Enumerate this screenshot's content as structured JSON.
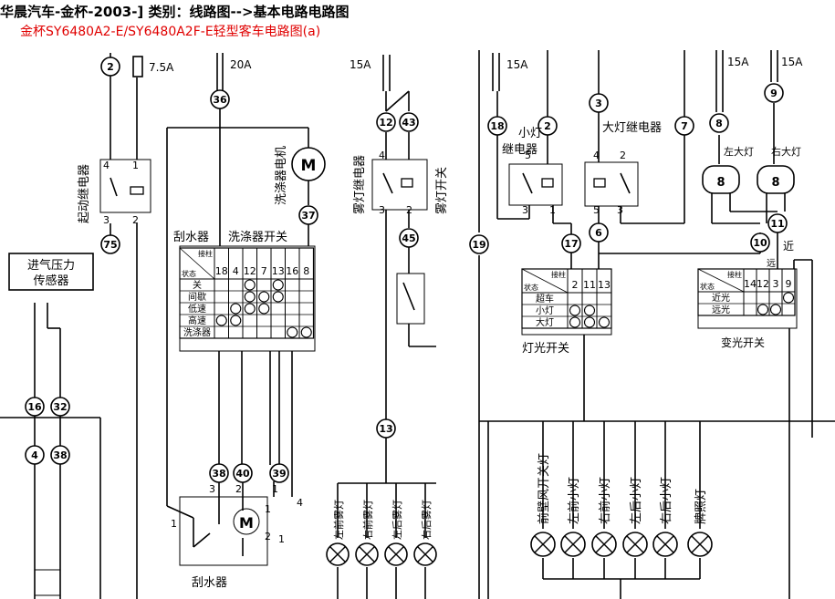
{
  "header": {
    "title": "华晨汽车-金杯-2003-] 类别：线路图-->基本电路电路图",
    "subtitle": "金杯SY6480A2-E/SY6480A2F-E轻型客车电路图(a)"
  },
  "fuses": [
    "7.5A",
    "20A",
    "15A",
    "15A",
    "15A",
    "15A"
  ],
  "connectors": [
    "2",
    "36",
    "37",
    "75",
    "12",
    "43",
    "45",
    "13",
    "19",
    "18",
    "2",
    "3",
    "7",
    "8",
    "9",
    "17",
    "6",
    "10",
    "11",
    "16",
    "32",
    "4",
    "38",
    "40",
    "38",
    "39"
  ],
  "pins": [
    "4",
    "1",
    "3",
    "2",
    "3",
    "2",
    "1",
    "2",
    "1",
    "4",
    "3",
    "2",
    "5",
    "3",
    "1",
    "4",
    "5",
    "3",
    "2",
    "1",
    "4",
    "1"
  ],
  "components": {
    "starter_relay": "起动继电器",
    "intake_sensor_l1": "进气压力",
    "intake_sensor_l2": "传感器",
    "washer_motor": "洗涤器电机",
    "wiper_label": "刮水器",
    "washer_switch": "洗涤器开关",
    "fog_relay": "雾灯继电器",
    "fog_switch": "雾灯开关",
    "small_relay_l1": "小灯",
    "small_relay_l2": "继电器",
    "head_relay": "大灯继电器",
    "left_head": "左大灯",
    "right_head": "右大灯",
    "light_switch": "灯光开关",
    "dimmer_switch": "变光开关",
    "near": "近",
    "far": "远",
    "motor_symbol": "M",
    "wiper_bottom": "刮水器"
  },
  "wiper_table": {
    "corner_top": "接柱",
    "corner_bottom": "状态",
    "cols": [
      "18",
      "4",
      "12",
      "7",
      "13",
      "16",
      "8"
    ],
    "rows": [
      "关",
      "间歇",
      "低速",
      "高速",
      "洗涤器"
    ]
  },
  "light_table": {
    "corner_top": "接柱",
    "corner_bottom": "状态",
    "cols": [
      "2",
      "11",
      "13"
    ],
    "rows": [
      "超车",
      "小灯",
      "大灯"
    ]
  },
  "dimmer_table": {
    "corner_top": "接柱",
    "corner_bottom": "状态",
    "cols": [
      "14",
      "12",
      "3",
      "9"
    ],
    "rows": [
      "近光",
      "远光"
    ]
  },
  "fog_lamps": [
    "左前雾灯",
    "右前雾灯",
    "左后雾灯",
    "右后雾灯"
  ],
  "lamps": [
    "前壁风开关灯",
    "左前小灯",
    "右前小灯",
    "左后小灯",
    "右后小灯",
    "牌照灯"
  ]
}
